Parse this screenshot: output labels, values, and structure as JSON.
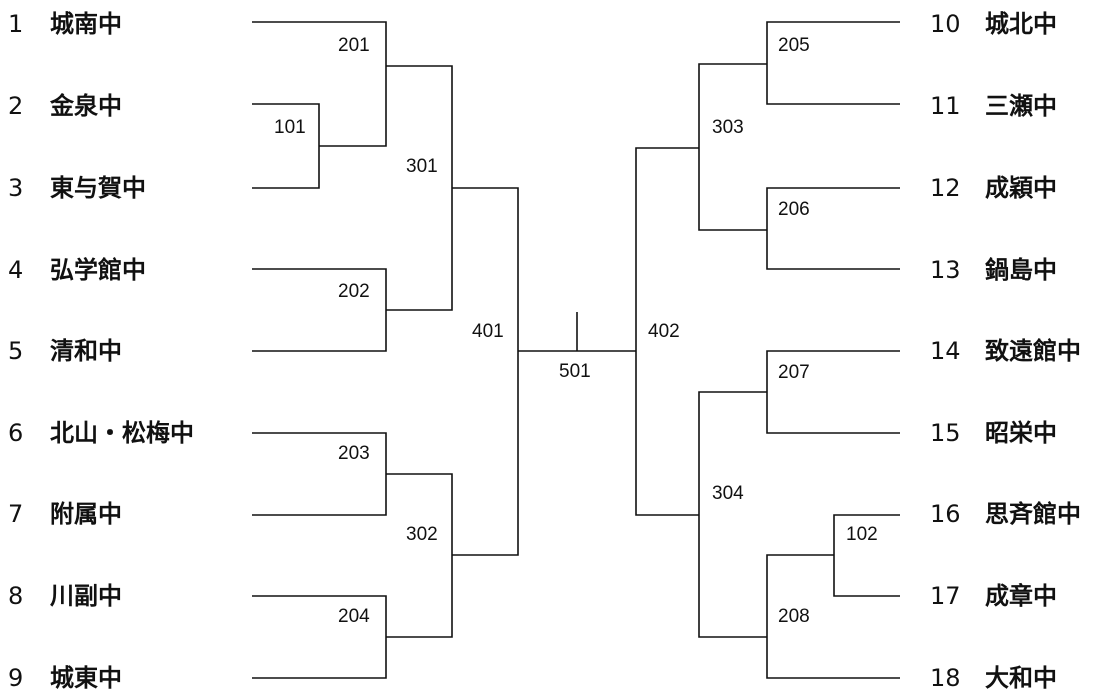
{
  "left_teams": [
    {
      "num": "1",
      "name": "城南中"
    },
    {
      "num": "2",
      "name": "金泉中"
    },
    {
      "num": "3",
      "name": "東与賀中"
    },
    {
      "num": "4",
      "name": "弘学館中"
    },
    {
      "num": "5",
      "name": "清和中"
    },
    {
      "num": "6",
      "name": "北山・松梅中"
    },
    {
      "num": "7",
      "name": "附属中"
    },
    {
      "num": "8",
      "name": "川副中"
    },
    {
      "num": "9",
      "name": "城東中"
    }
  ],
  "right_teams": [
    {
      "num": "10",
      "name": "城北中"
    },
    {
      "num": "11",
      "name": "三瀬中"
    },
    {
      "num": "12",
      "name": "成穎中"
    },
    {
      "num": "13",
      "name": "鍋島中"
    },
    {
      "num": "14",
      "name": "致遠館中"
    },
    {
      "num": "15",
      "name": "昭栄中"
    },
    {
      "num": "16",
      "name": "思斉館中"
    },
    {
      "num": "17",
      "name": "成章中"
    },
    {
      "num": "18",
      "name": "大和中"
    }
  ],
  "matches": {
    "m101": "101",
    "m102": "102",
    "m201": "201",
    "m202": "202",
    "m203": "203",
    "m204": "204",
    "m205": "205",
    "m206": "206",
    "m207": "207",
    "m208": "208",
    "m301": "301",
    "m302": "302",
    "m303": "303",
    "m304": "304",
    "m401": "401",
    "m402": "402",
    "m501": "501"
  }
}
